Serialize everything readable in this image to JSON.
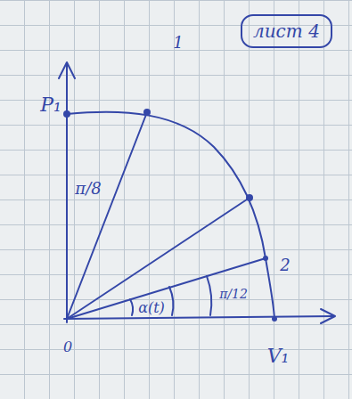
{
  "diagram": {
    "nodes": [
      {
        "text": [
          "лист 4"
        ]
      }
    ],
    "labels": [
      "P₁",
      "1",
      "π/8",
      "2",
      "α(t)",
      "π/12",
      "0",
      "V₁"
    ]
  }
}
